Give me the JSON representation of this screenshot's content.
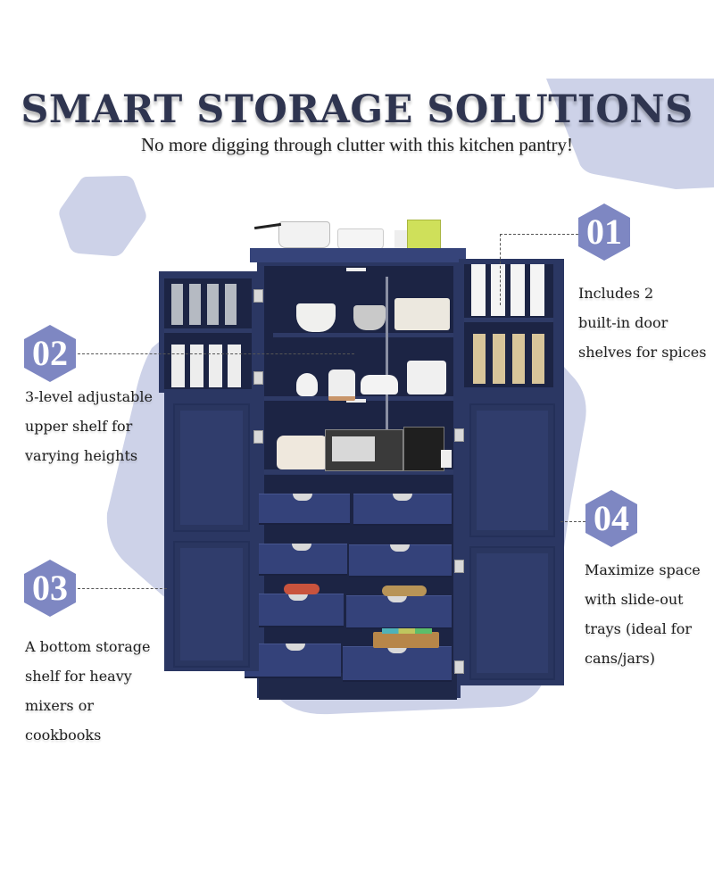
{
  "header": {
    "title": "SMART STORAGE SOLUTIONS",
    "subtitle": "No more digging through clutter with this kitchen pantry!"
  },
  "colors": {
    "title": "#2f3550",
    "badge": "#7e87c2",
    "background_shape": "#cdd2e8",
    "cabinet": "#2b3763",
    "text": "#1e1e1e"
  },
  "features": [
    {
      "number": "01",
      "text": "Includes 2\nbuilt-in door\nshelves for spices"
    },
    {
      "number": "02",
      "text": "3-level adjustable\nupper shelf for\nvarying heights"
    },
    {
      "number": "03",
      "text": "A bottom storage\nshelf for heavy\nmixers or\ncookbooks"
    },
    {
      "number": "04",
      "text": "Maximize space\nwith slide-out\ntrays (ideal for\ncans/jars)"
    }
  ],
  "product": {
    "name": "kitchen pantry cabinet",
    "color": "navy blue",
    "door_shelves": 2,
    "slide_out_trays": 8
  }
}
